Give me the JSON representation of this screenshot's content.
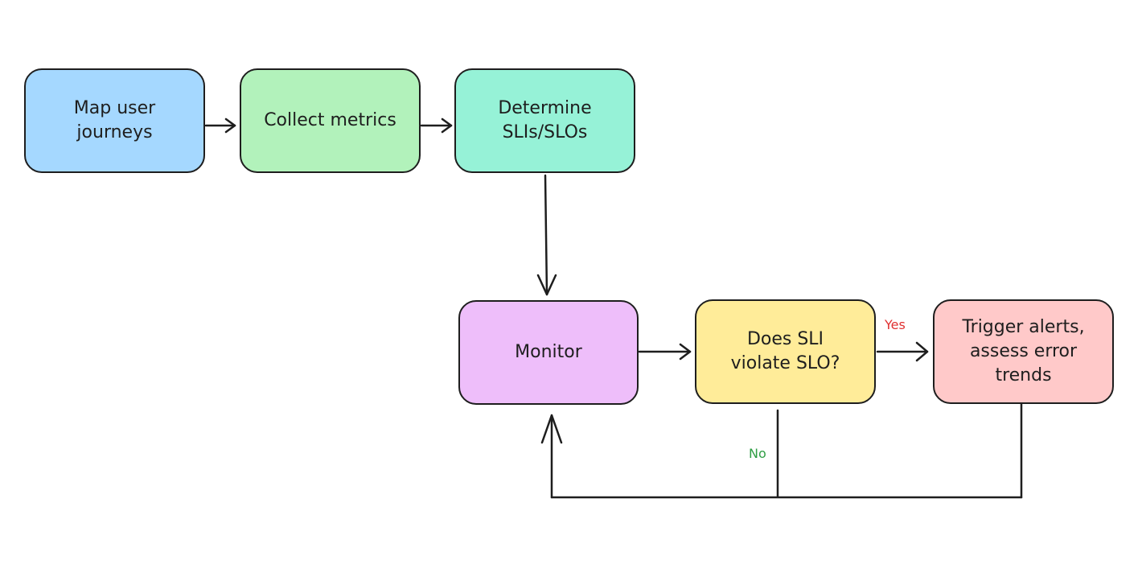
{
  "nodes": {
    "map_user_journeys": {
      "label": "Map user\njourneys",
      "fill": "#a5d8ff"
    },
    "collect_metrics": {
      "label": "Collect metrics",
      "fill": "#b2f2bb"
    },
    "determine_slis_slos": {
      "label": "Determine\nSLIs/SLOs",
      "fill": "#96f2d7"
    },
    "monitor": {
      "label": "Monitor",
      "fill": "#eebefa"
    },
    "decision": {
      "label": "Does SLI\nviolate SLO?",
      "fill": "#ffec99"
    },
    "trigger_alerts": {
      "label": "Trigger alerts,\nassess error\ntrends",
      "fill": "#ffc9c9"
    }
  },
  "edges": {
    "yes_label": "Yes",
    "no_label": "No",
    "yes_color": "#e03131",
    "no_color": "#2f9e44"
  },
  "stroke_color": "#1e1e1e"
}
